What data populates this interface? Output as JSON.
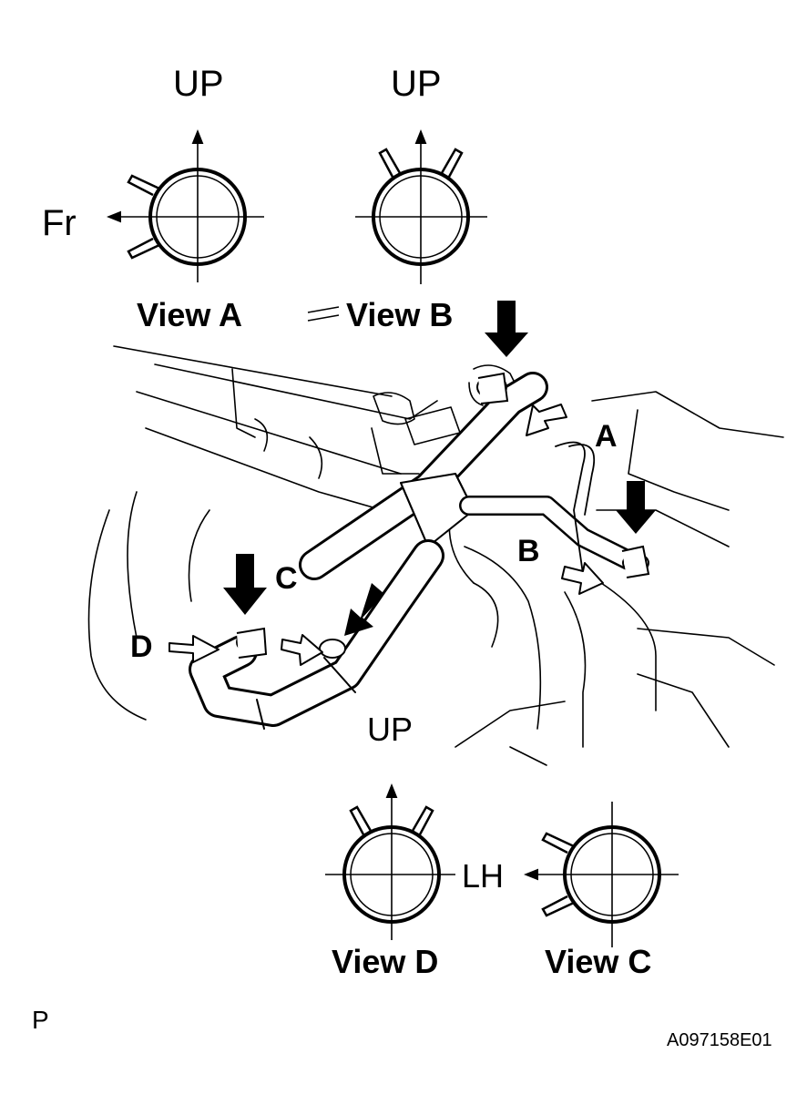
{
  "view_a": {
    "up": "UP",
    "direction": "Fr",
    "title": "View A"
  },
  "view_b": {
    "up": "UP",
    "title": "View B"
  },
  "view_c": {
    "direction": "LH",
    "title": "View C"
  },
  "view_d": {
    "title": "View D"
  },
  "callouts": {
    "a": "A",
    "b": "B",
    "c": "C",
    "d": "D"
  },
  "engine_up": "UP",
  "page_marker": "P",
  "figure_code": "A097158E01"
}
